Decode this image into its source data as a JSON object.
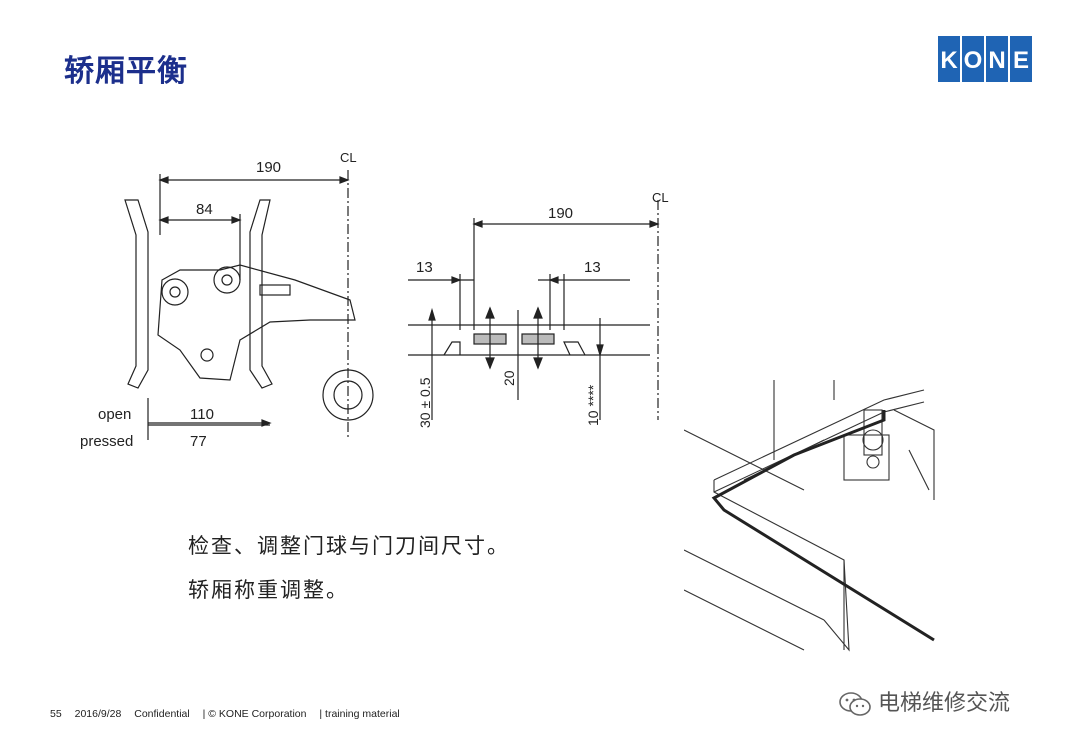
{
  "slide": {
    "title": "轿厢平衡",
    "logo_text": "KONE",
    "brand_color": "#1f64b4",
    "title_color": "#1c2f8c",
    "body_lines": [
      "检查、调整门球与门刀间尺寸。",
      "轿厢称重调整。"
    ]
  },
  "drawing_left": {
    "dim_total": "190",
    "dim_inner": "84",
    "centerline": "CL",
    "label_open": "open",
    "label_pressed": "pressed",
    "value_open": "110",
    "value_pressed": "77"
  },
  "drawing_mid": {
    "dim_total": "190",
    "dim_left": "13",
    "dim_right": "13",
    "centerline": "CL",
    "dim_vertical_left": "30 ± 0.5",
    "dim_vertical_mid": "20",
    "dim_vertical_right": "10 ****"
  },
  "footer": {
    "page_number": "55",
    "date": "2016/9/28",
    "confidential": "Confidential",
    "copyright": "| © KONE Corporation",
    "material": "| training material"
  },
  "watermark": {
    "text": "电梯维修交流",
    "icon": "wechat-icon"
  }
}
